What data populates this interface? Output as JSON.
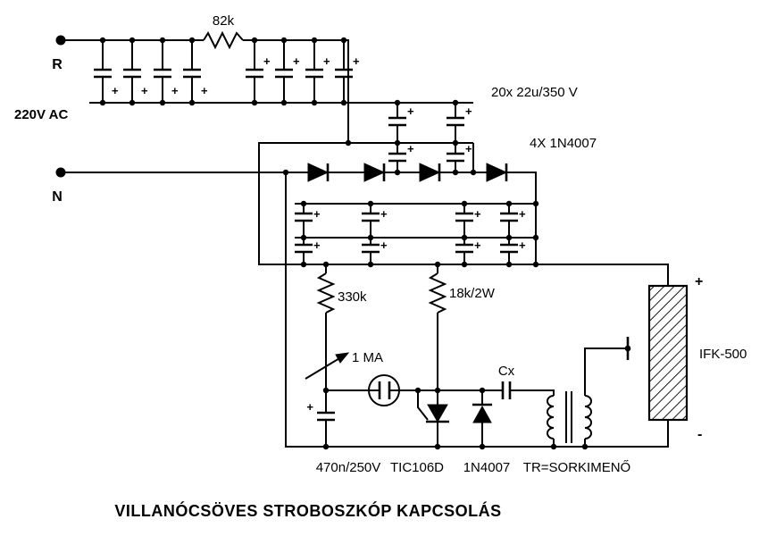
{
  "title": "VILLANÓCSÖVES STROBOSZKÓP KAPCSOLÁS",
  "power": {
    "r_terminal": "R",
    "n_terminal": "N",
    "mains_label": "220V AC"
  },
  "labels": {
    "r82k": "82k",
    "cap_bank": "20x 22u/350 V",
    "rectifier_diodes": "4X 1N4007",
    "r330k": "330k",
    "r18k": "18k/2W",
    "potentiometer": "1 MA",
    "cx": "Cx",
    "c470n": "470n/250V",
    "thyristor": "TIC106D",
    "flyback_diode": "1N4007",
    "transformer": "TR=SORKIMENŐ",
    "flash_tube": "IFK-500",
    "plus": "+",
    "minus": "-"
  }
}
